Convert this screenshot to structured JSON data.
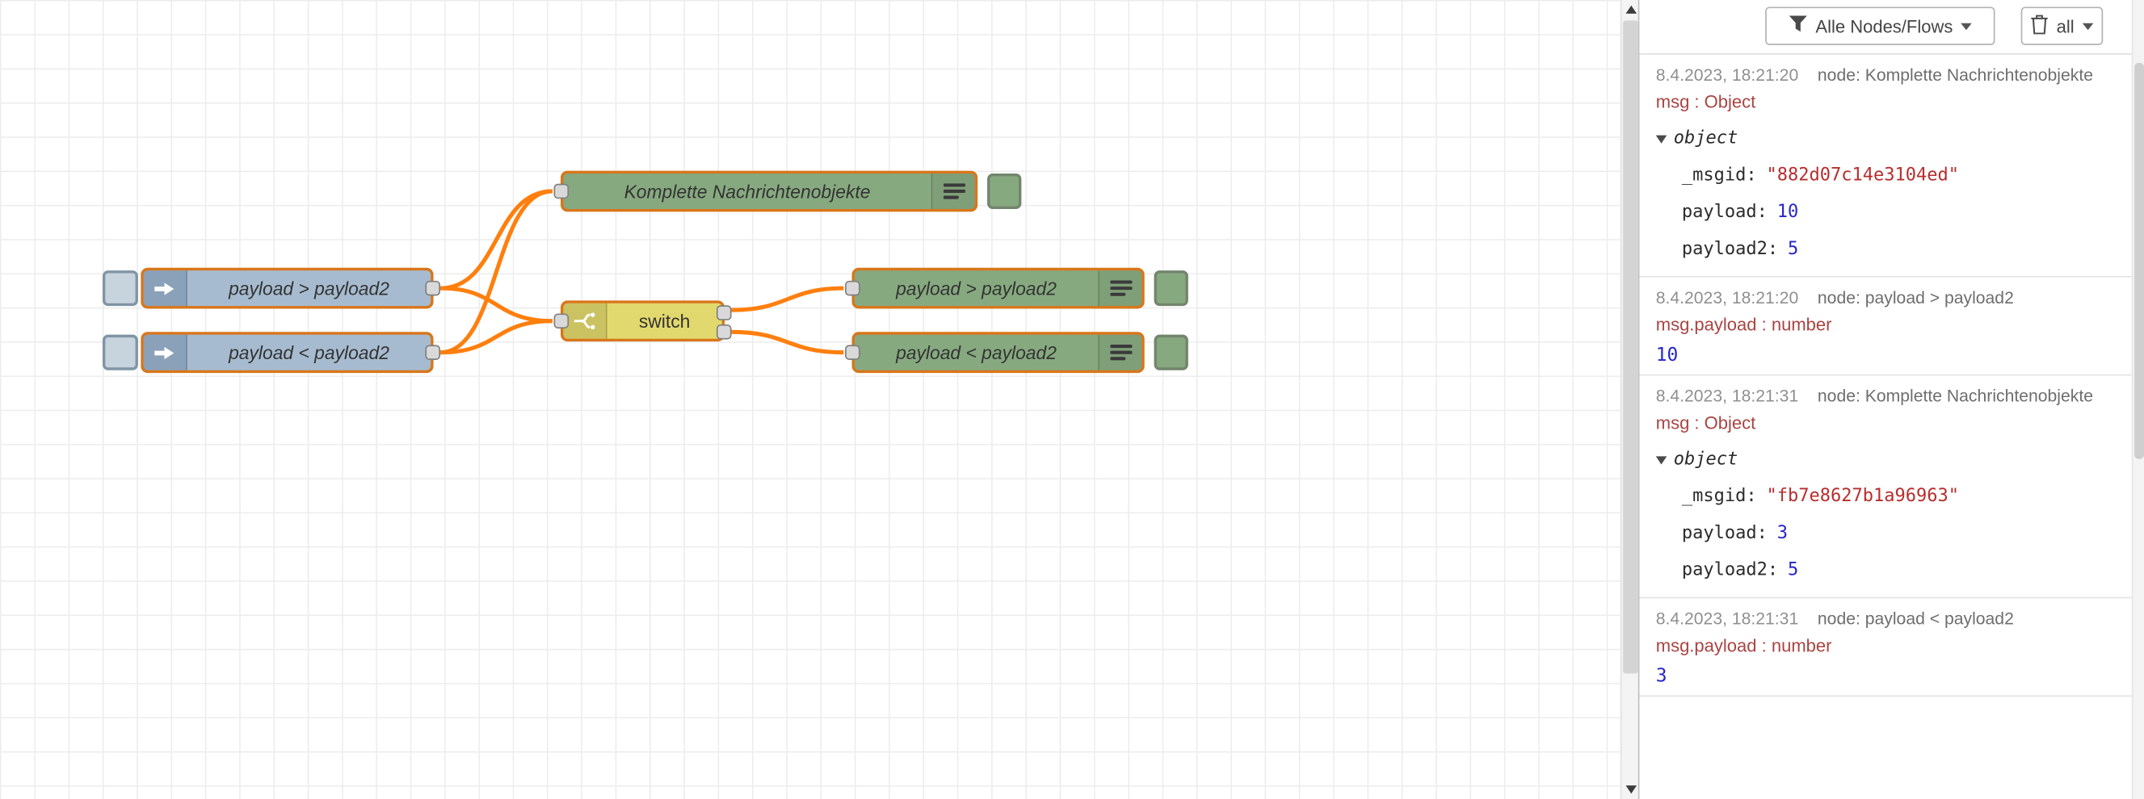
{
  "colors": {
    "wire": "#ff7f0e",
    "node_border": "#d9761a",
    "inject_node": "#a6bbcf",
    "switch_node": "#e2d96e",
    "debug_node": "#87a980",
    "string_value": "#b72e2e",
    "number_value": "#2525cc",
    "message_path": "#a94442"
  },
  "canvas": {
    "nodes": [
      {
        "id": "debug-complete",
        "type": "debug",
        "label": "Komplette Nachrichtenobjekte"
      },
      {
        "id": "inject-greater",
        "type": "inject",
        "label": "payload > payload2"
      },
      {
        "id": "inject-less",
        "type": "inject",
        "label": "payload < payload2"
      },
      {
        "id": "switch",
        "type": "switch",
        "label": "switch"
      },
      {
        "id": "debug-greater",
        "type": "debug",
        "label": "payload > payload2"
      },
      {
        "id": "debug-less",
        "type": "debug",
        "label": "payload < payload2"
      }
    ]
  },
  "sidebar": {
    "toolbar": {
      "filter_label": "Alle Nodes/Flows",
      "clear_label": "all"
    },
    "messages": [
      {
        "timestamp": "8.4.2023, 18:21:20",
        "source": "node: Komplette Nachrichtenobjekte",
        "path": "msg : Object",
        "object_label": "object",
        "properties": [
          {
            "key": "_msgid:",
            "value": "\"882d07c14e3104ed\"",
            "type": "string"
          },
          {
            "key": "payload:",
            "value": "10",
            "type": "number"
          },
          {
            "key": "payload2:",
            "value": "5",
            "type": "number"
          }
        ]
      },
      {
        "timestamp": "8.4.2023, 18:21:20",
        "source": "node: payload > payload2",
        "path": "msg.payload : number",
        "value": "10"
      },
      {
        "timestamp": "8.4.2023, 18:21:31",
        "source": "node: Komplette Nachrichtenobjekte",
        "path": "msg : Object",
        "object_label": "object",
        "properties": [
          {
            "key": "_msgid:",
            "value": "\"fb7e8627b1a96963\"",
            "type": "string"
          },
          {
            "key": "payload:",
            "value": "3",
            "type": "number"
          },
          {
            "key": "payload2:",
            "value": "5",
            "type": "number"
          }
        ]
      },
      {
        "timestamp": "8.4.2023, 18:21:31",
        "source": "node: payload < payload2",
        "path": "msg.payload : number",
        "value": "3"
      }
    ]
  }
}
